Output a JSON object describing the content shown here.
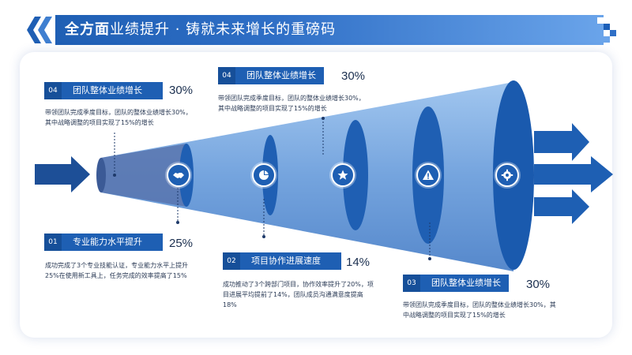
{
  "header": {
    "title_bold": "全方面",
    "title_rest": "业绩提升 · 铸就未来增长的重磅码"
  },
  "stages": [
    {
      "num": "04",
      "label": "团队整体业绩增长",
      "percent": "30%",
      "desc": "带领团队完成季度目标，团队的整体业绩增长30%，其中战略调整的项目实现了15%的增长"
    },
    {
      "num": "01",
      "label": "专业能力水平提升",
      "percent": "25%",
      "desc": "成功完成了3个专业技能认证，专业能力水平上提升25%在使用新工具上，任务完成的效率提高了15%"
    },
    {
      "num": "04",
      "label": "团队整体业绩增长",
      "percent": "30%",
      "desc": "带领团队完成季度目标，团队的整体业绩增长30%，其中战略调整的项目实现了15%的增长"
    },
    {
      "num": "02",
      "label": "项目协作进展速度",
      "percent": "14%",
      "desc": "成功推动了3个跨部门项目，协作效率提升了20%，项目进展平均提前了14%，团队成员沟通满意度提高18%"
    },
    {
      "num": "03",
      "label": "团队整体业绩增长",
      "percent": "30%",
      "desc": "带领团队完成季度目标，团队的整体业绩增长30%，其中战略调整的项目实现了15%的增长"
    }
  ],
  "icons": [
    "handshake-icon",
    "pie-chart-icon",
    "star-icon",
    "warning-icon",
    "gear-icon"
  ],
  "colors": {
    "primary": "#1e5fb3",
    "dark": "#164f99",
    "light": "#6aa4ea"
  }
}
